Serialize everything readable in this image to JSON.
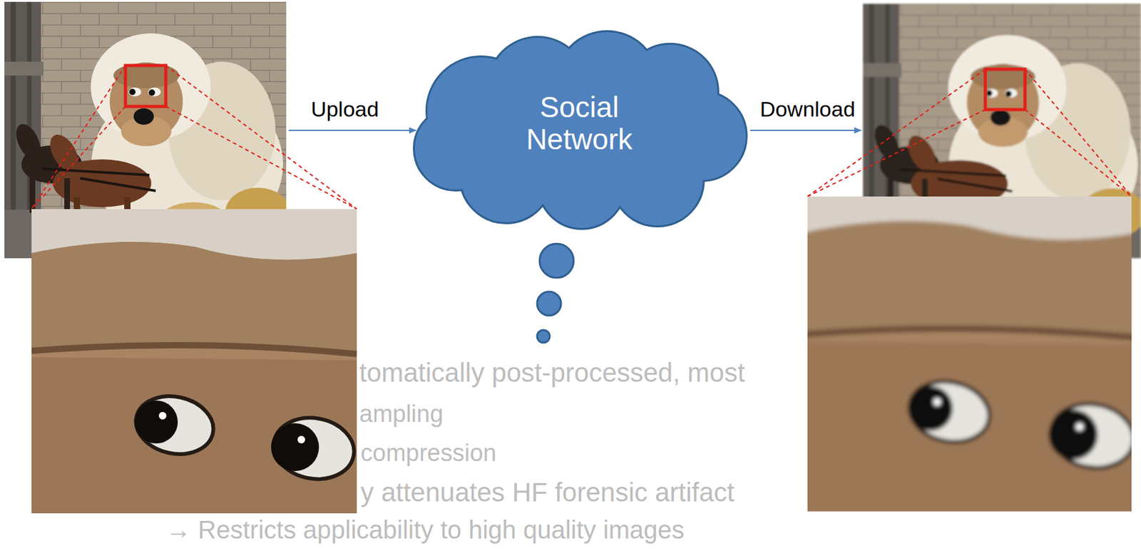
{
  "diagram": {
    "nodes": [
      {
        "text": [
          "Social Network"
        ]
      }
    ],
    "labels": [
      "Upload",
      "Download",
      "tomatically post-processed, most",
      "ampling",
      "compression",
      "y attenuates HF forensic artifact",
      "→ Restricts applicability to high quality images"
    ]
  }
}
